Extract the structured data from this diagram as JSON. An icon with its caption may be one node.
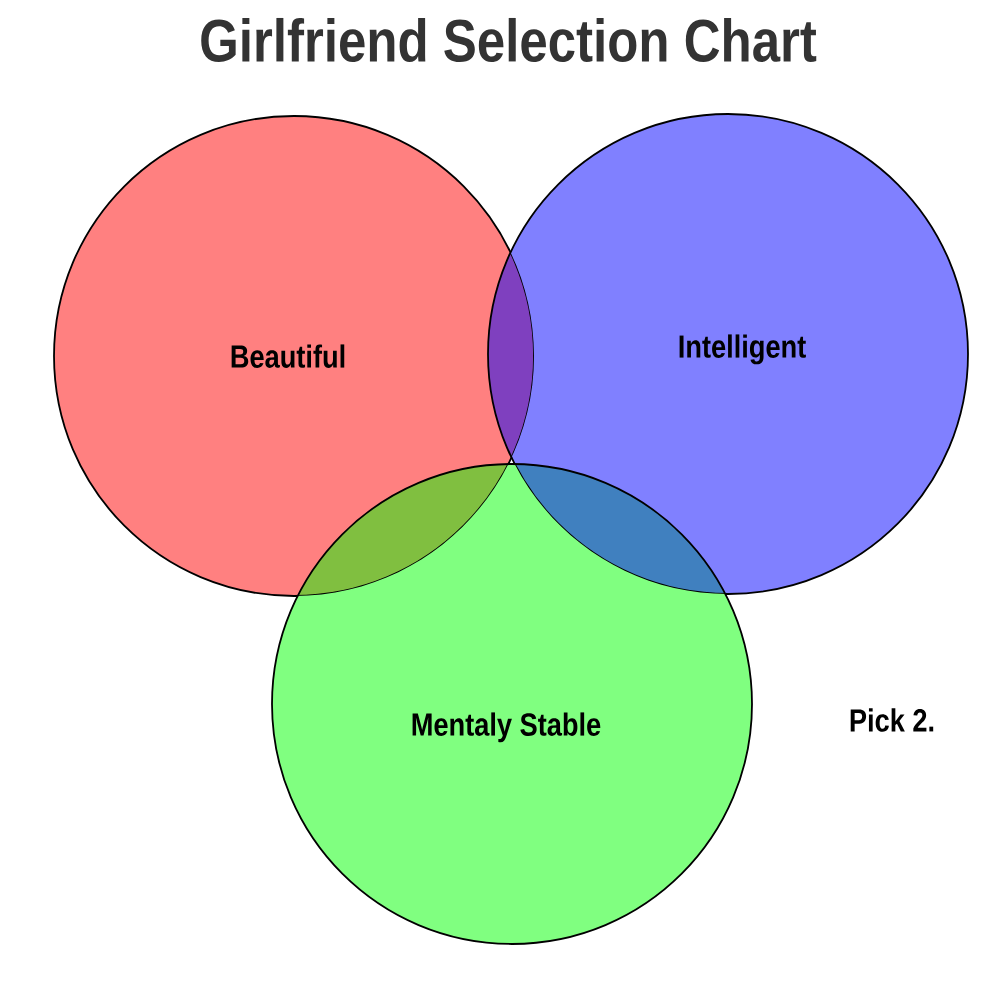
{
  "diagram": {
    "title": "Girlfriend Selection Chart",
    "nodes": [
      {
        "text": [
          "Beautiful"
        ]
      },
      {
        "text": [
          "Intelligent"
        ]
      },
      {
        "text": [
          "Mentaly Stable"
        ]
      }
    ],
    "labels": [
      "Pick 2."
    ]
  }
}
